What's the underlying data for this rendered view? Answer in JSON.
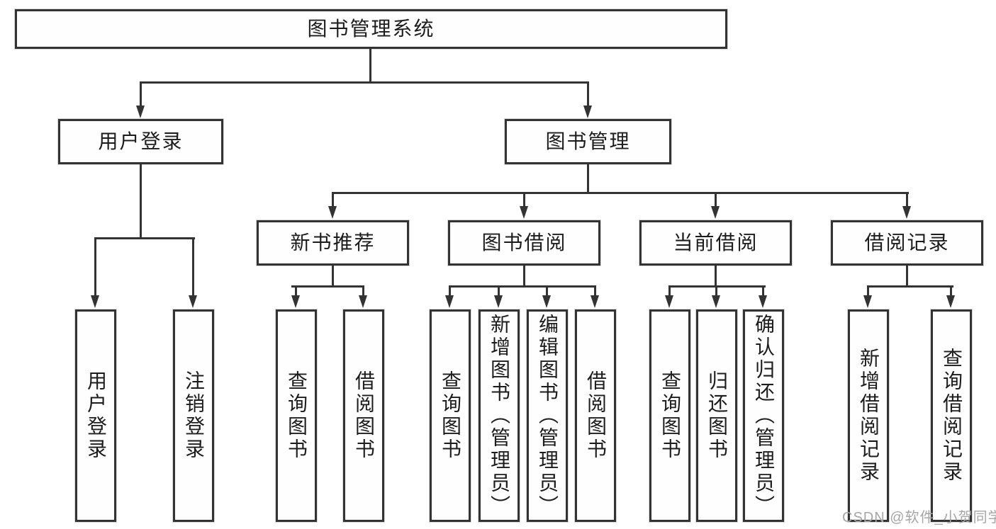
{
  "diagram": {
    "root": {
      "label": "图书管理系统"
    },
    "branches": [
      {
        "id": "user-login",
        "label": "用户登录"
      },
      {
        "id": "book-management",
        "label": "图书管理"
      }
    ],
    "modules": [
      {
        "id": "new-book-recommendation",
        "parent": "图书管理",
        "label": "新书推荐"
      },
      {
        "id": "book-borrowing",
        "parent": "图书管理",
        "label": "图书借阅"
      },
      {
        "id": "current-borrowing",
        "parent": "图书管理",
        "label": "当前借阅"
      },
      {
        "id": "borrowing-records",
        "parent": "图书管理",
        "label": "借阅记录"
      }
    ],
    "leaves": [
      {
        "parent": "用户登录",
        "label": "用户登录"
      },
      {
        "parent": "用户登录",
        "label": "注销登录"
      },
      {
        "parent": "新书推荐",
        "label": "查询图书"
      },
      {
        "parent": "新书推荐",
        "label": "借阅图书"
      },
      {
        "parent": "图书借阅",
        "label": "查询图书"
      },
      {
        "parent": "图书借阅",
        "label": "新增图书（管理员）"
      },
      {
        "parent": "图书借阅",
        "label": "编辑图书（管理员）"
      },
      {
        "parent": "图书借阅",
        "label": "借阅图书"
      },
      {
        "parent": "当前借阅",
        "label": "查询图书"
      },
      {
        "parent": "当前借阅",
        "label": "归还图书"
      },
      {
        "parent": "当前借阅",
        "label": "确认归还（管理员）"
      },
      {
        "parent": "借阅记录",
        "label": "新增借阅记录"
      },
      {
        "parent": "借阅记录",
        "label": "查询借阅记录"
      }
    ],
    "watermark": "CSDN @软件_小贺同学",
    "colors": {
      "line": "#333333",
      "box_border": "#333333",
      "background": "#ffffff",
      "watermark": "#a6a6a6"
    }
  }
}
